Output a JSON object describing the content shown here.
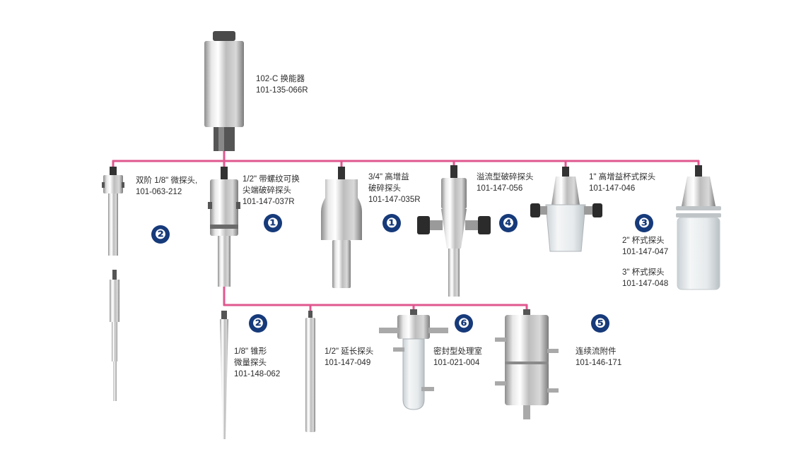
{
  "connector_color": "#e0578f",
  "badge_color": "#163a7a",
  "components": {
    "transducer": {
      "name": "102-C 换能器",
      "part": "101-135-066R"
    },
    "stepped_microtip": {
      "name": "双阶 1/8\" 微探头,",
      "part": "101-063-212"
    },
    "threaded_tip_horn": {
      "name1": "1/2\" 带螺纹可换",
      "name2": "尖端破碎探头",
      "part": "101-147-037R"
    },
    "high_gain_horn": {
      "name1": "3/4\" 高增益",
      "name2": "破碎探头",
      "part": "101-147-035R"
    },
    "overflow_horn": {
      "name": "溢流型破碎探头",
      "part": "101-147-056"
    },
    "high_gain_cup_horn": {
      "name": "1\" 高增益杯式探头",
      "part": "101-147-046"
    },
    "cup_horn_2": {
      "name": "2\" 杯式探头",
      "part": "101-147-047"
    },
    "cup_horn_3": {
      "name": "3\" 杯式探头",
      "part": "101-147-048"
    },
    "tapered_microtip": {
      "name1": "1/8\" 锥形",
      "name2": "微量探头",
      "part": "101-148-062"
    },
    "extender": {
      "name": "1/2\" 延长探头",
      "part": "101-147-049"
    },
    "sealed_chamber": {
      "name": "密封型处理室",
      "part": "101-021-004"
    },
    "flow_cell": {
      "name": "连续流附件",
      "part": "101-146-171"
    }
  },
  "badges": {
    "b1a": "❶",
    "b1b": "❶",
    "b2a": "❷",
    "b2b": "❷",
    "b3": "❸",
    "b4": "❹",
    "b5": "❺",
    "b6": "❻"
  }
}
